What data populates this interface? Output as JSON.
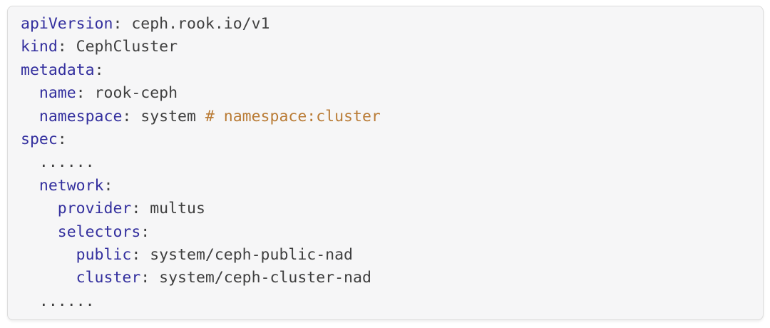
{
  "code_block": {
    "language": "yaml",
    "colors": {
      "key": "#332f9e",
      "plain": "#3f3f3f",
      "comment": "#b97b35",
      "background": "#f6f6f7",
      "border": "#dcdcdc",
      "page_background": "#ffffff"
    },
    "lines": [
      {
        "segments": [
          {
            "t": "key",
            "v": "apiVersion"
          },
          {
            "t": "plain",
            "v": ": ceph.rook.io/v1"
          }
        ]
      },
      {
        "segments": [
          {
            "t": "key",
            "v": "kind"
          },
          {
            "t": "plain",
            "v": ": CephCluster"
          }
        ]
      },
      {
        "segments": [
          {
            "t": "key",
            "v": "metadata"
          },
          {
            "t": "plain",
            "v": ":"
          }
        ]
      },
      {
        "segments": [
          {
            "t": "plain",
            "v": "  "
          },
          {
            "t": "key",
            "v": "name"
          },
          {
            "t": "plain",
            "v": ": rook-ceph"
          }
        ]
      },
      {
        "segments": [
          {
            "t": "plain",
            "v": "  "
          },
          {
            "t": "key",
            "v": "namespace"
          },
          {
            "t": "plain",
            "v": ": system "
          },
          {
            "t": "comment",
            "v": "# namespace:cluster"
          }
        ]
      },
      {
        "segments": [
          {
            "t": "key",
            "v": "spec"
          },
          {
            "t": "plain",
            "v": ":"
          }
        ]
      },
      {
        "segments": [
          {
            "t": "plain",
            "v": "  ......"
          }
        ]
      },
      {
        "segments": [
          {
            "t": "plain",
            "v": "  "
          },
          {
            "t": "key",
            "v": "network"
          },
          {
            "t": "plain",
            "v": ":"
          }
        ]
      },
      {
        "segments": [
          {
            "t": "plain",
            "v": "    "
          },
          {
            "t": "key",
            "v": "provider"
          },
          {
            "t": "plain",
            "v": ": multus"
          }
        ]
      },
      {
        "segments": [
          {
            "t": "plain",
            "v": "    "
          },
          {
            "t": "key",
            "v": "selectors"
          },
          {
            "t": "plain",
            "v": ":"
          }
        ]
      },
      {
        "segments": [
          {
            "t": "plain",
            "v": "      "
          },
          {
            "t": "key",
            "v": "public"
          },
          {
            "t": "plain",
            "v": ": system/ceph-public-nad"
          }
        ]
      },
      {
        "segments": [
          {
            "t": "plain",
            "v": "      "
          },
          {
            "t": "key",
            "v": "cluster"
          },
          {
            "t": "plain",
            "v": ": system/ceph-cluster-nad"
          }
        ]
      },
      {
        "segments": [
          {
            "t": "plain",
            "v": "  ......"
          }
        ]
      }
    ]
  }
}
